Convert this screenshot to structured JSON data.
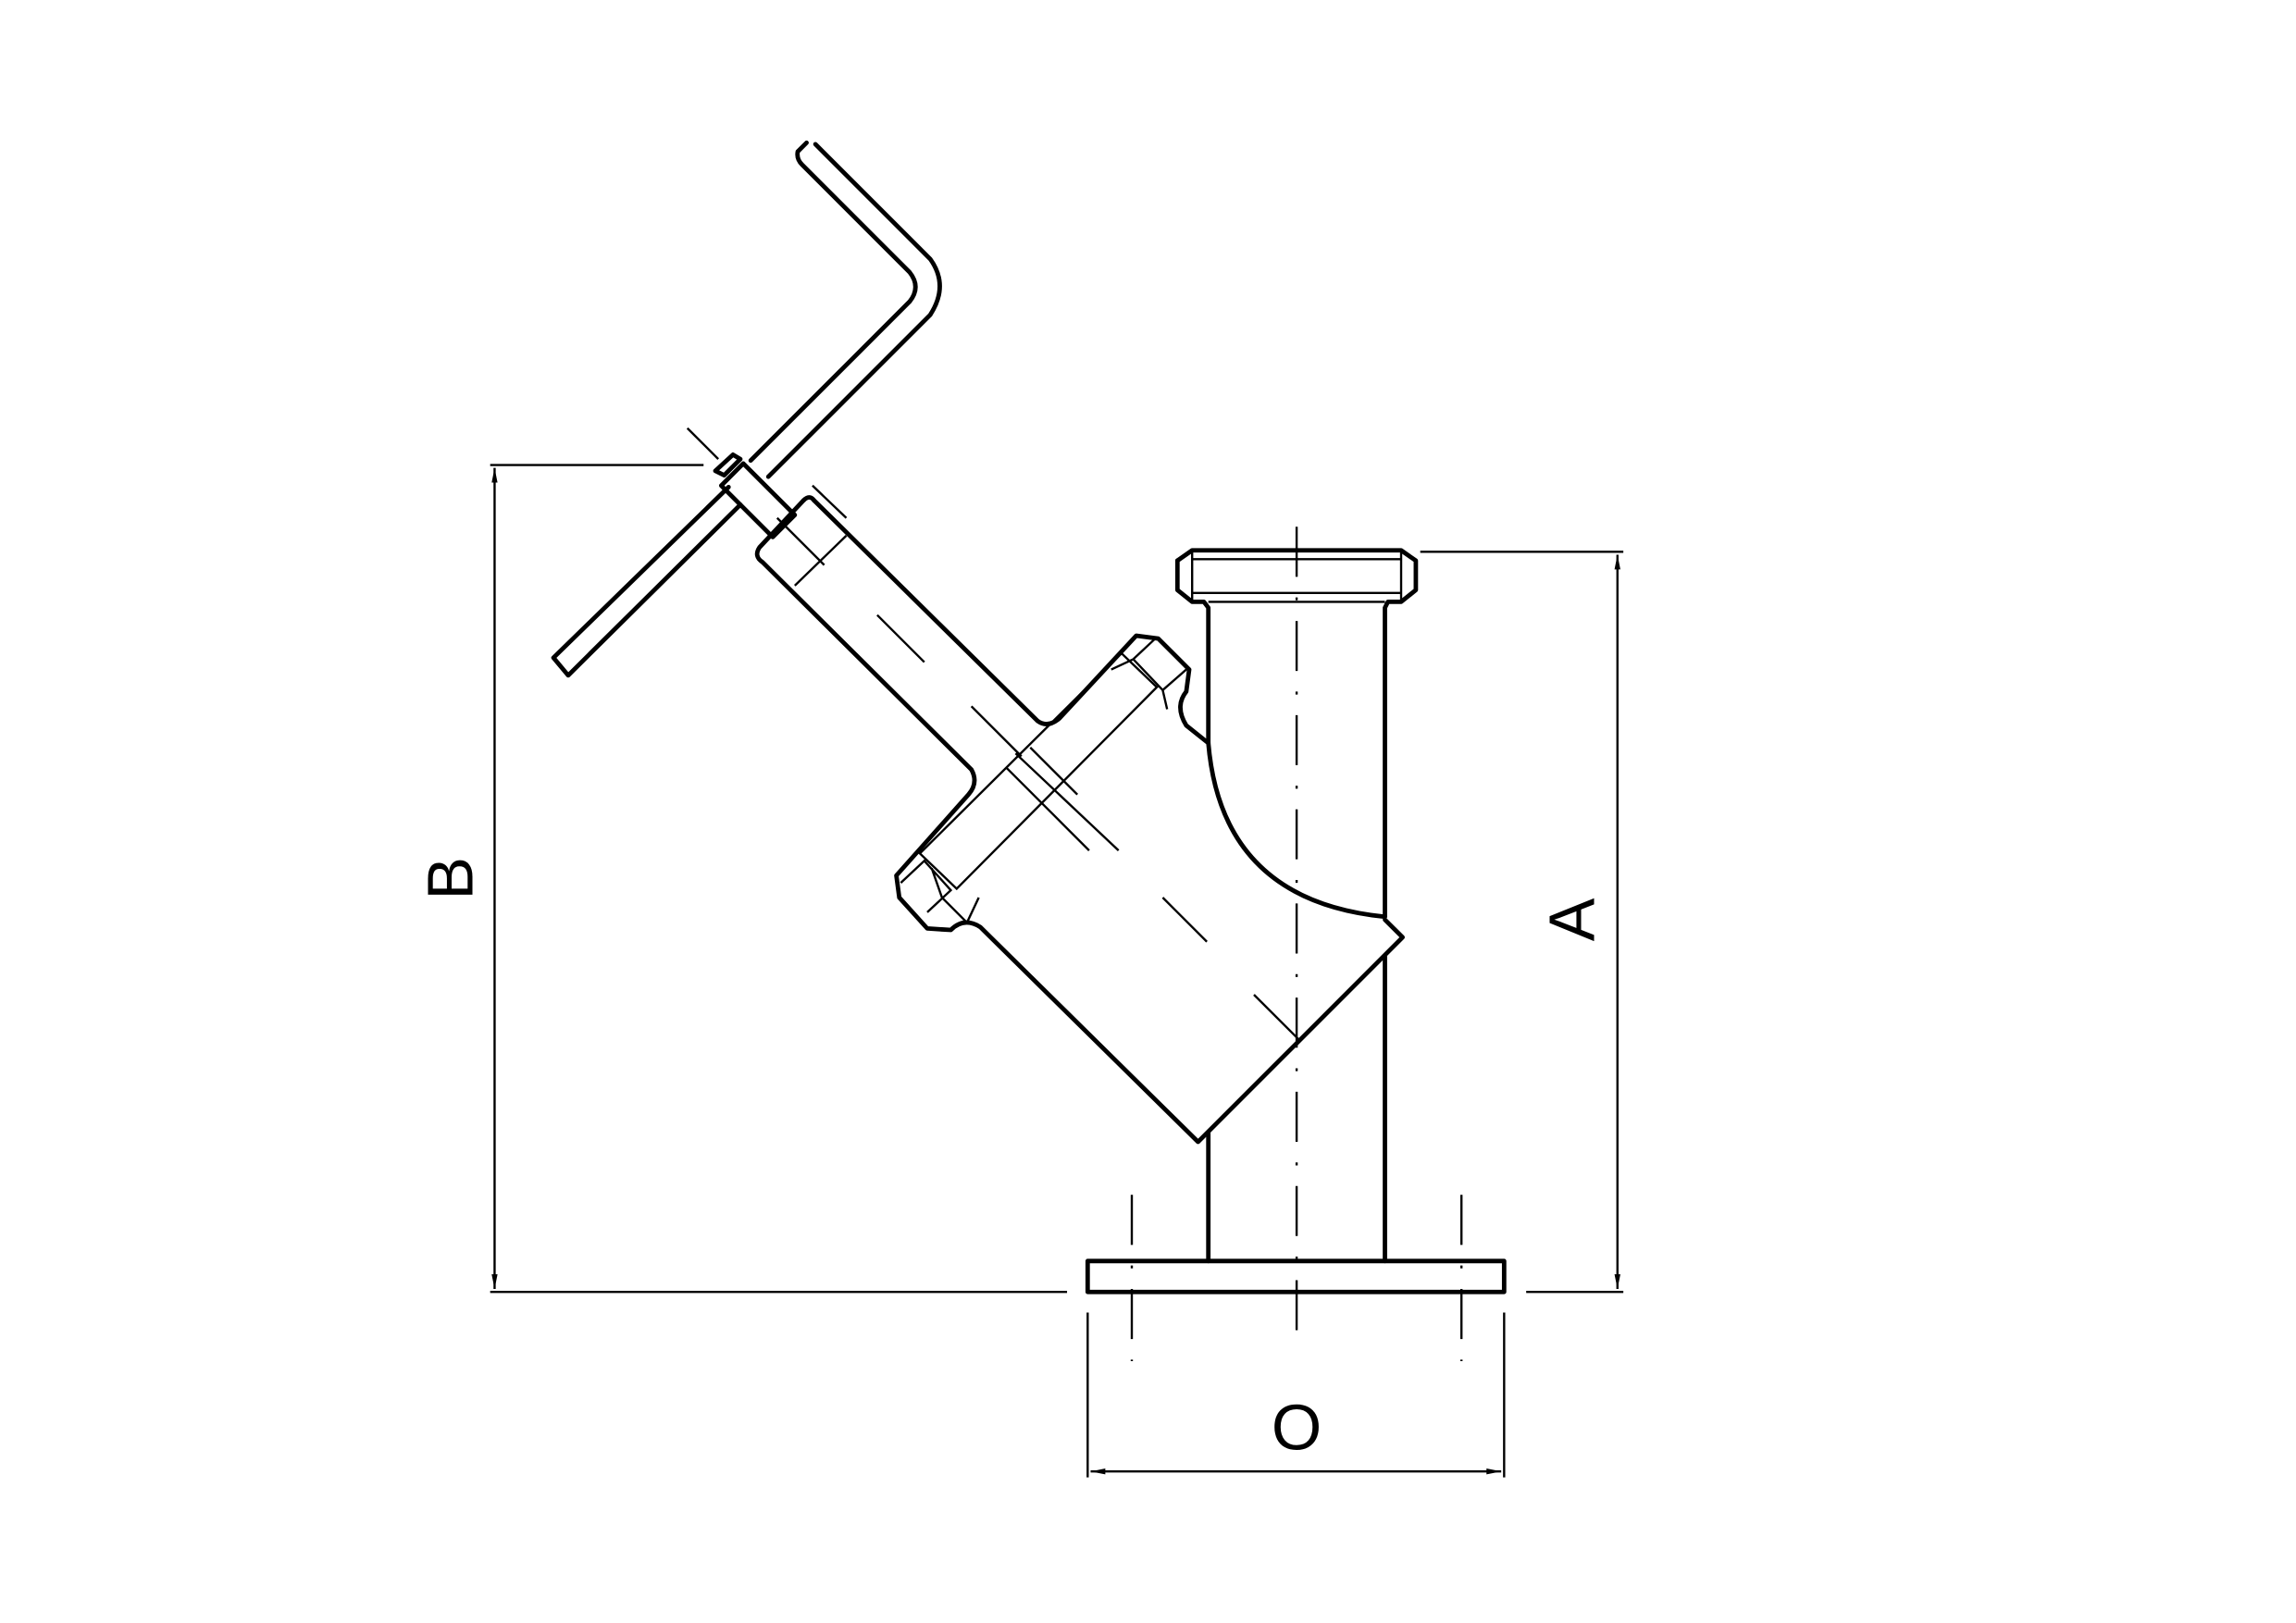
{
  "drawing": {
    "dimensions": {
      "height_a": "A",
      "height_b": "B",
      "flange_width": "O"
    },
    "line_color": "#000000",
    "background": "#ffffff"
  }
}
